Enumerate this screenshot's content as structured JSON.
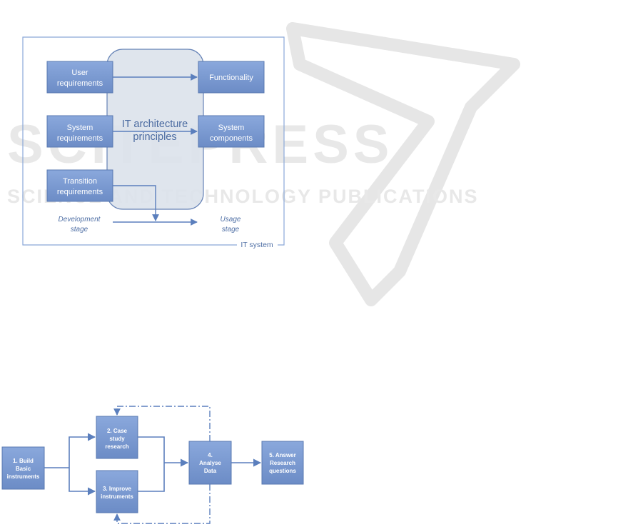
{
  "watermark": {
    "title": "SCITEPRESS",
    "subtitle": "SCIENCE AND TECHNOLOGY PUBLICATIONS"
  },
  "colors": {
    "box_fill": "#7a9ad0",
    "box_border": "#5878b0",
    "arrow": "#5b7fbd",
    "center_fill": "#dde3ec",
    "frame": "#8aa8d8",
    "watermark": "#e8e8e8"
  },
  "figure1": {
    "frame_label": "IT system",
    "center_label": [
      "IT architecture",
      "principles"
    ],
    "inputs": [
      [
        "User",
        "requirements"
      ],
      [
        "System",
        "requirements"
      ],
      [
        "Transition",
        "requirements"
      ]
    ],
    "outputs": [
      [
        "Functionality"
      ],
      [
        "System",
        "components"
      ]
    ],
    "dev_stage": [
      "Development",
      "stage"
    ],
    "usage_stage": [
      "Usage",
      "stage"
    ]
  },
  "figure2": {
    "steps": [
      [
        "1. Build",
        "Basic",
        "instruments"
      ],
      [
        "2. Case",
        "study",
        "research"
      ],
      [
        "3. Improve",
        "instruments"
      ],
      [
        "4.",
        "Analyse",
        "Data"
      ],
      [
        "5. Answer",
        "Research",
        "questions"
      ]
    ]
  }
}
